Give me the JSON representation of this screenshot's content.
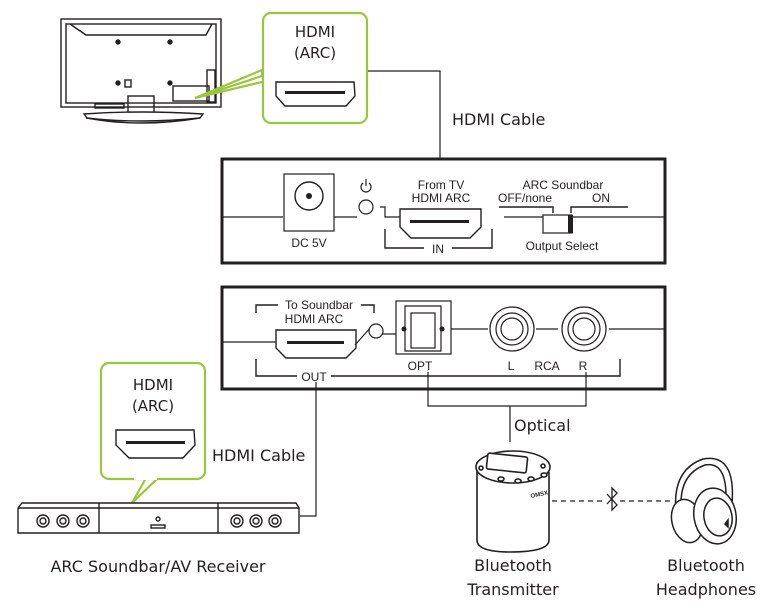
{
  "colors": {
    "accent_green": "#9bc53d",
    "line": "#231f20"
  },
  "tv": {
    "callout": {
      "title": "HDMI",
      "subtitle": "(ARC)",
      "icon": "hdmi-port-icon"
    },
    "cable_label": "HDMI Cable"
  },
  "input_panel": {
    "dc_label": "DC 5V",
    "power_icon": "power-icon",
    "hdmi_in_title_1": "From TV",
    "hdmi_in_title_2": "HDMI ARC",
    "hdmi_in_label": "IN",
    "switch_title": "ARC Soundbar",
    "switch_off": "OFF/none",
    "switch_on": "ON",
    "switch_label": "Output Select",
    "switch_position": "ON"
  },
  "output_panel": {
    "hdmi_out_title_1": "To Soundbar",
    "hdmi_out_title_2": "HDMI ARC",
    "out_label": "OUT",
    "opt_label": "OPT",
    "rca_l": "L",
    "rca_label": "RCA",
    "rca_r": "R"
  },
  "soundbar": {
    "callout": {
      "title": "HDMI",
      "subtitle": "(ARC)",
      "icon": "hdmi-port-icon"
    },
    "cable_label": "HDMI Cable",
    "device_label": "ARC Soundbar/AV Receiver"
  },
  "optical_label": "Optical",
  "transmitter": {
    "label_1": "Bluetooth",
    "label_2": "Transmitter",
    "brand": "OMSX"
  },
  "headphones": {
    "label_1": "Bluetooth",
    "label_2": "Headphones"
  },
  "bluetooth_icon": "bluetooth-icon"
}
